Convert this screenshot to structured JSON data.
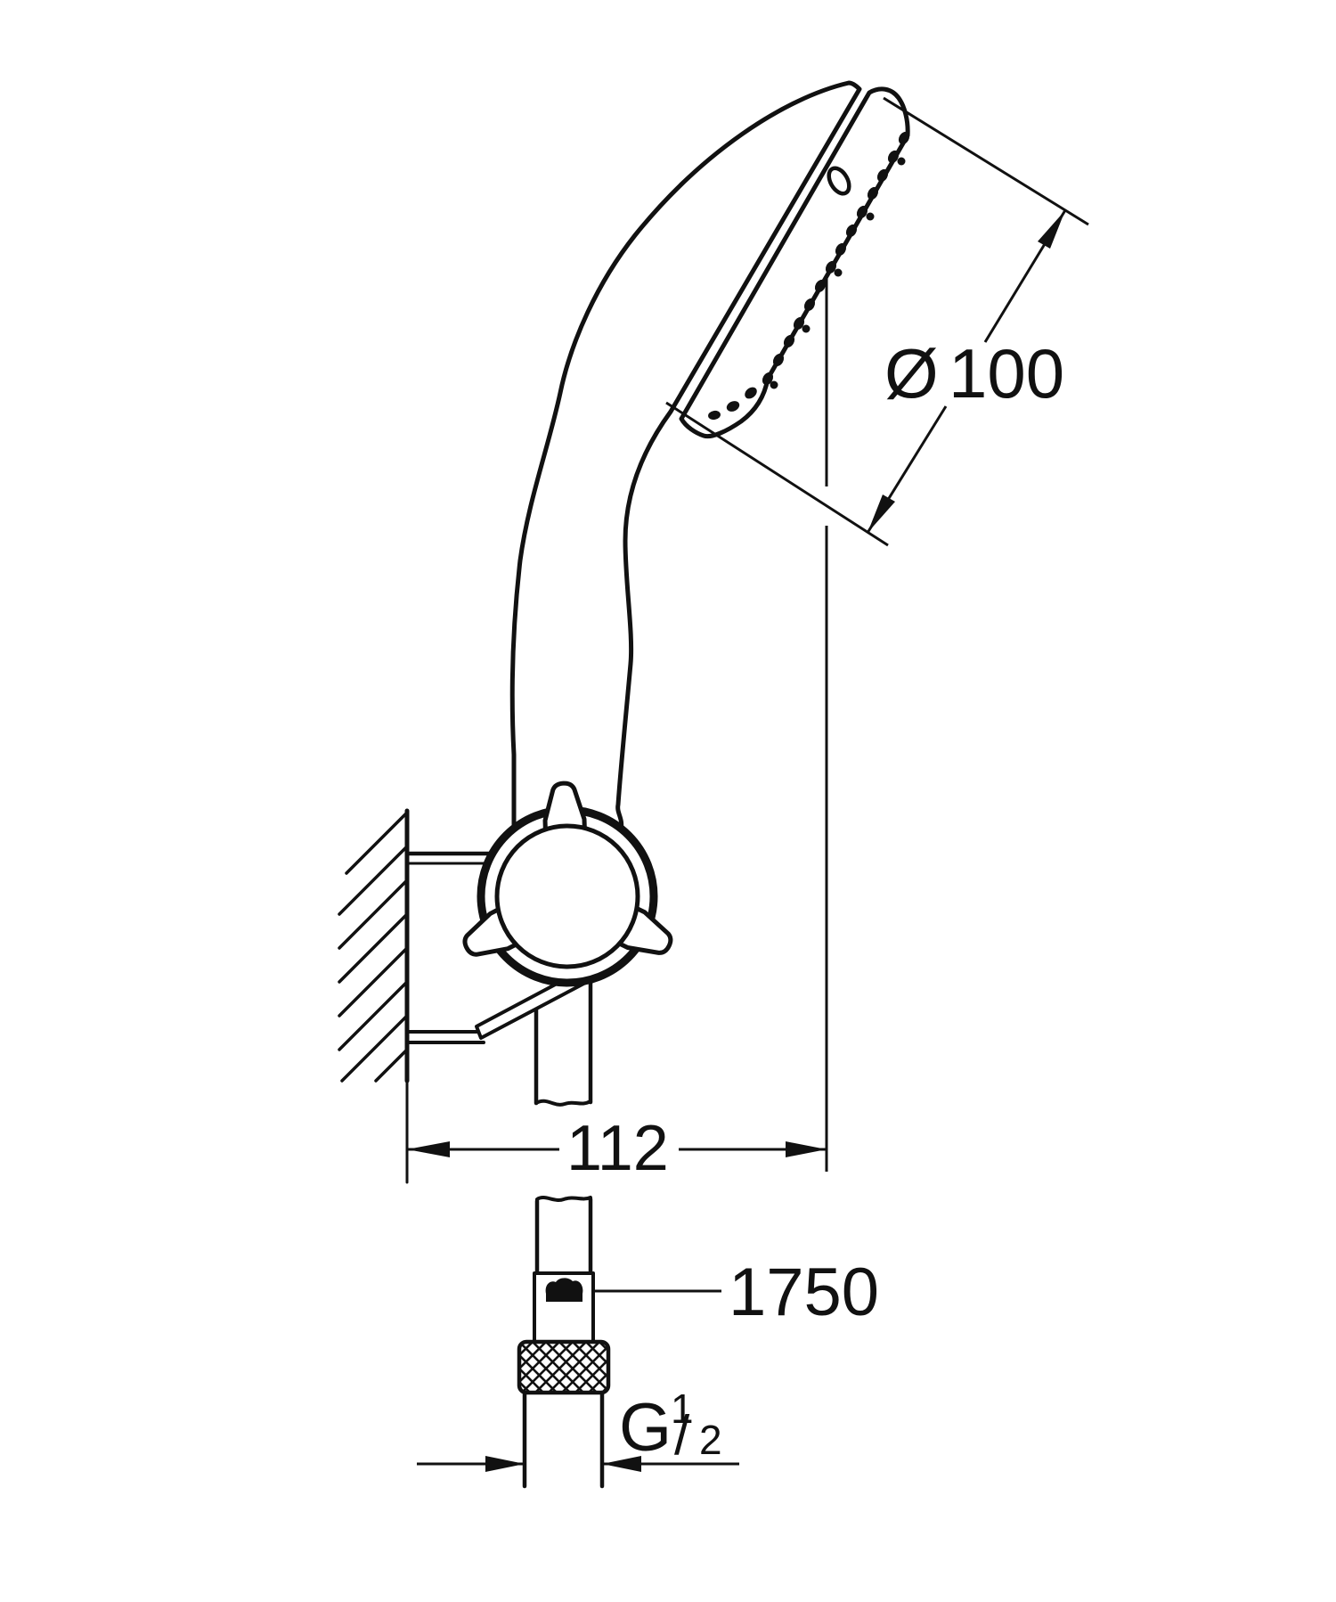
{
  "drawing": {
    "dimensions": {
      "head_diameter_symbol": "Ø",
      "head_diameter_value": "100",
      "holder_offset_value": "112",
      "hose_length_value": "1750",
      "thread_letter": "G",
      "thread_numerator": "1",
      "thread_slash": "/",
      "thread_denominator": "2"
    },
    "colors": {
      "ink": "#111111",
      "paper": "#ffffff"
    }
  }
}
